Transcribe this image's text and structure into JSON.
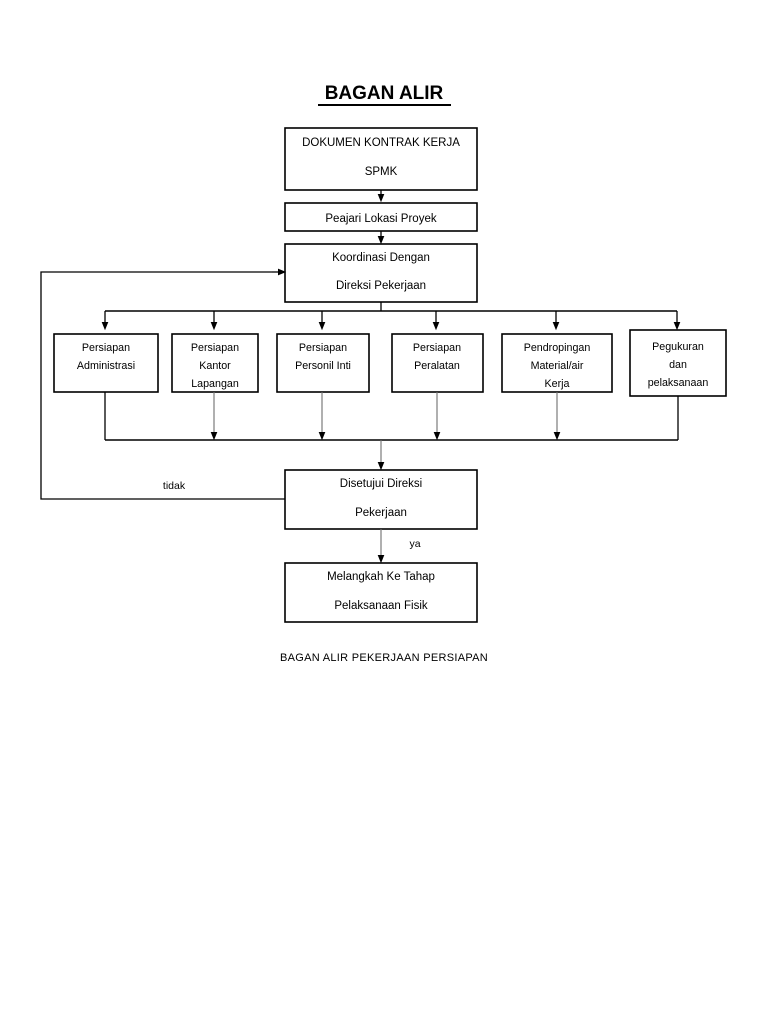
{
  "document": {
    "title": "BAGAN ALIR",
    "caption": "BAGAN ALIR PEKERJAAN PERSIAPAN",
    "background_color": "#ffffff",
    "line_color": "#000000",
    "text_color": "#000000"
  },
  "chart_data": {
    "type": "diagram",
    "subtype": "flowchart",
    "title": "BAGAN ALIR",
    "caption": "BAGAN ALIR PEKERJAAN PERSIAPAN",
    "orientation": "top-to-bottom",
    "nodes": [
      {
        "id": "n1",
        "shape": "rectangle",
        "lines": [
          "DOKUMEN KONTRAK KERJA",
          "SPMK"
        ]
      },
      {
        "id": "n2",
        "shape": "rectangle",
        "lines": [
          "Peajari Lokasi Proyek"
        ]
      },
      {
        "id": "n3",
        "shape": "rectangle",
        "lines": [
          "Koordinasi Dengan",
          "Direksi Pekerjaan"
        ]
      },
      {
        "id": "p1",
        "shape": "rectangle",
        "lines": [
          "Persiapan",
          "Administrasi"
        ]
      },
      {
        "id": "p2",
        "shape": "rectangle",
        "lines": [
          "Persiapan",
          "Kantor",
          "Lapangan"
        ]
      },
      {
        "id": "p3",
        "shape": "rectangle",
        "lines": [
          "Persiapan",
          "Personil Inti"
        ]
      },
      {
        "id": "p4",
        "shape": "rectangle",
        "lines": [
          "Persiapan",
          "Peralatan"
        ]
      },
      {
        "id": "p5",
        "shape": "rectangle",
        "lines": [
          "Pendropingan",
          "Material/air",
          "Kerja"
        ]
      },
      {
        "id": "p6",
        "shape": "rectangle",
        "lines": [
          "Pegukuran",
          "dan",
          "pelaksanaan"
        ]
      },
      {
        "id": "d1",
        "shape": "rectangle",
        "lines": [
          "Disetujui Direksi",
          "Pekerjaan"
        ]
      },
      {
        "id": "n4",
        "shape": "rectangle",
        "lines": [
          "Melangkah Ke Tahap",
          "Pelaksanaan Fisik"
        ]
      }
    ],
    "edge_labels": [
      {
        "id": "no",
        "text": "tidak"
      },
      {
        "id": "yes",
        "text": "ya"
      }
    ],
    "edges": [
      {
        "from": "n1",
        "to": "n2",
        "label": ""
      },
      {
        "from": "n2",
        "to": "n3",
        "label": ""
      },
      {
        "from": "n3",
        "to": "split-bus",
        "label": ""
      },
      {
        "from": "split-bus",
        "to": "p1",
        "label": ""
      },
      {
        "from": "split-bus",
        "to": "p2",
        "label": ""
      },
      {
        "from": "split-bus",
        "to": "p3",
        "label": ""
      },
      {
        "from": "split-bus",
        "to": "p4",
        "label": ""
      },
      {
        "from": "split-bus",
        "to": "p5",
        "label": ""
      },
      {
        "from": "split-bus",
        "to": "p6",
        "label": ""
      },
      {
        "from": "p1",
        "to": "merge-bus",
        "label": ""
      },
      {
        "from": "p2",
        "to": "merge-bus",
        "label": ""
      },
      {
        "from": "p3",
        "to": "merge-bus",
        "label": ""
      },
      {
        "from": "p4",
        "to": "merge-bus",
        "label": ""
      },
      {
        "from": "p5",
        "to": "merge-bus",
        "label": ""
      },
      {
        "from": "p6",
        "to": "merge-bus",
        "label": ""
      },
      {
        "from": "merge-bus",
        "to": "d1",
        "label": ""
      },
      {
        "from": "d1",
        "to": "n4",
        "label": "ya"
      },
      {
        "from": "d1",
        "to": "n3",
        "label": "tidak"
      }
    ]
  },
  "nodes": {
    "n1": {
      "line1": "DOKUMEN KONTRAK KERJA",
      "line2": "SPMK"
    },
    "n2": {
      "line1": "Peajari Lokasi Proyek"
    },
    "n3": {
      "line1": "Koordinasi Dengan",
      "line2": "Direksi Pekerjaan"
    },
    "p1": {
      "line1": "Persiapan",
      "line2": "Administrasi"
    },
    "p2": {
      "line1": "Persiapan",
      "line2": "Kantor",
      "line3": "Lapangan"
    },
    "p3": {
      "line1": "Persiapan",
      "line2": "Personil Inti"
    },
    "p4": {
      "line1": "Persiapan",
      "line2": "Peralatan"
    },
    "p5": {
      "line1": "Pendropingan",
      "line2": "Material/air",
      "line3": "Kerja"
    },
    "p6": {
      "line1": "Pegukuran",
      "line2": "dan",
      "line3": "pelaksanaan"
    },
    "d1": {
      "line1": "Disetujui Direksi",
      "line2": "Pekerjaan"
    },
    "n4": {
      "line1": "Melangkah Ke Tahap",
      "line2": "Pelaksanaan Fisik"
    }
  },
  "labels": {
    "no": "tidak",
    "yes": "ya"
  }
}
